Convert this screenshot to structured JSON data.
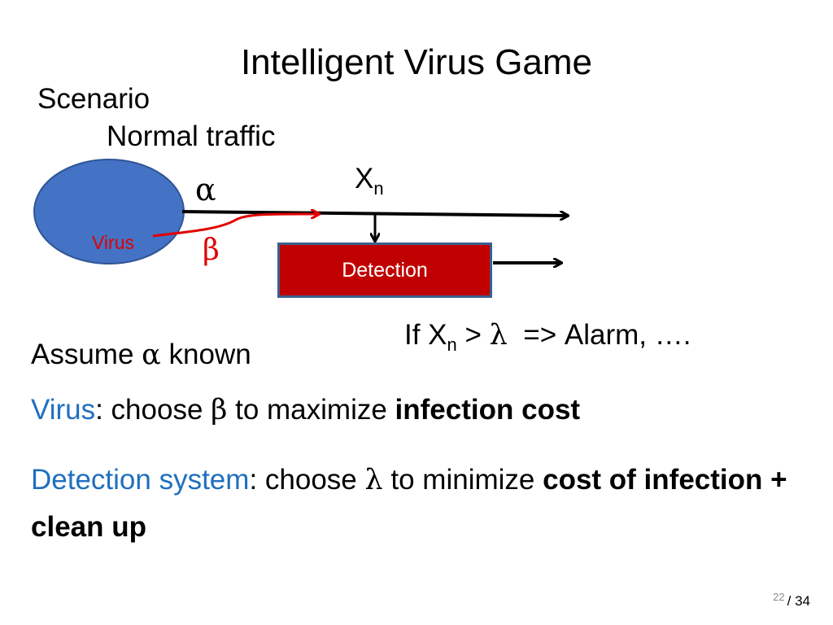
{
  "slide": {
    "title": "Intelligent Virus Game",
    "scenario": "Scenario",
    "normal_traffic": "Normal traffic"
  },
  "diagram": {
    "alpha": "α",
    "beta": "β",
    "virus": "Virus",
    "xn_base": "X",
    "xn_sub": "n",
    "detection": "Detection",
    "colors": {
      "host_fill": "#4472c4",
      "host_stroke": "#2f5597",
      "virus_red": "#e00000",
      "detection_fill": "#c00000",
      "detection_border": "#3d5f8f"
    }
  },
  "rule": {
    "prefix": "If X",
    "sub": "n",
    "gt": " > ",
    "lambda": "λ",
    "rest": "  => Alarm, …."
  },
  "assume": {
    "prefix": "Assume ",
    "alpha": "α",
    "suffix": " known"
  },
  "virus_line": {
    "label": "Virus",
    "text1": ": choose ",
    "beta": "β",
    "text2": " to maximize ",
    "bold": "infection cost"
  },
  "detection_line": {
    "label": "Detection system",
    "text1": ": choose ",
    "lambda": "λ",
    "text2": " to minimize ",
    "bold": "cost of infection + clean up"
  },
  "page": {
    "current": "22",
    "total": "/ 34"
  }
}
